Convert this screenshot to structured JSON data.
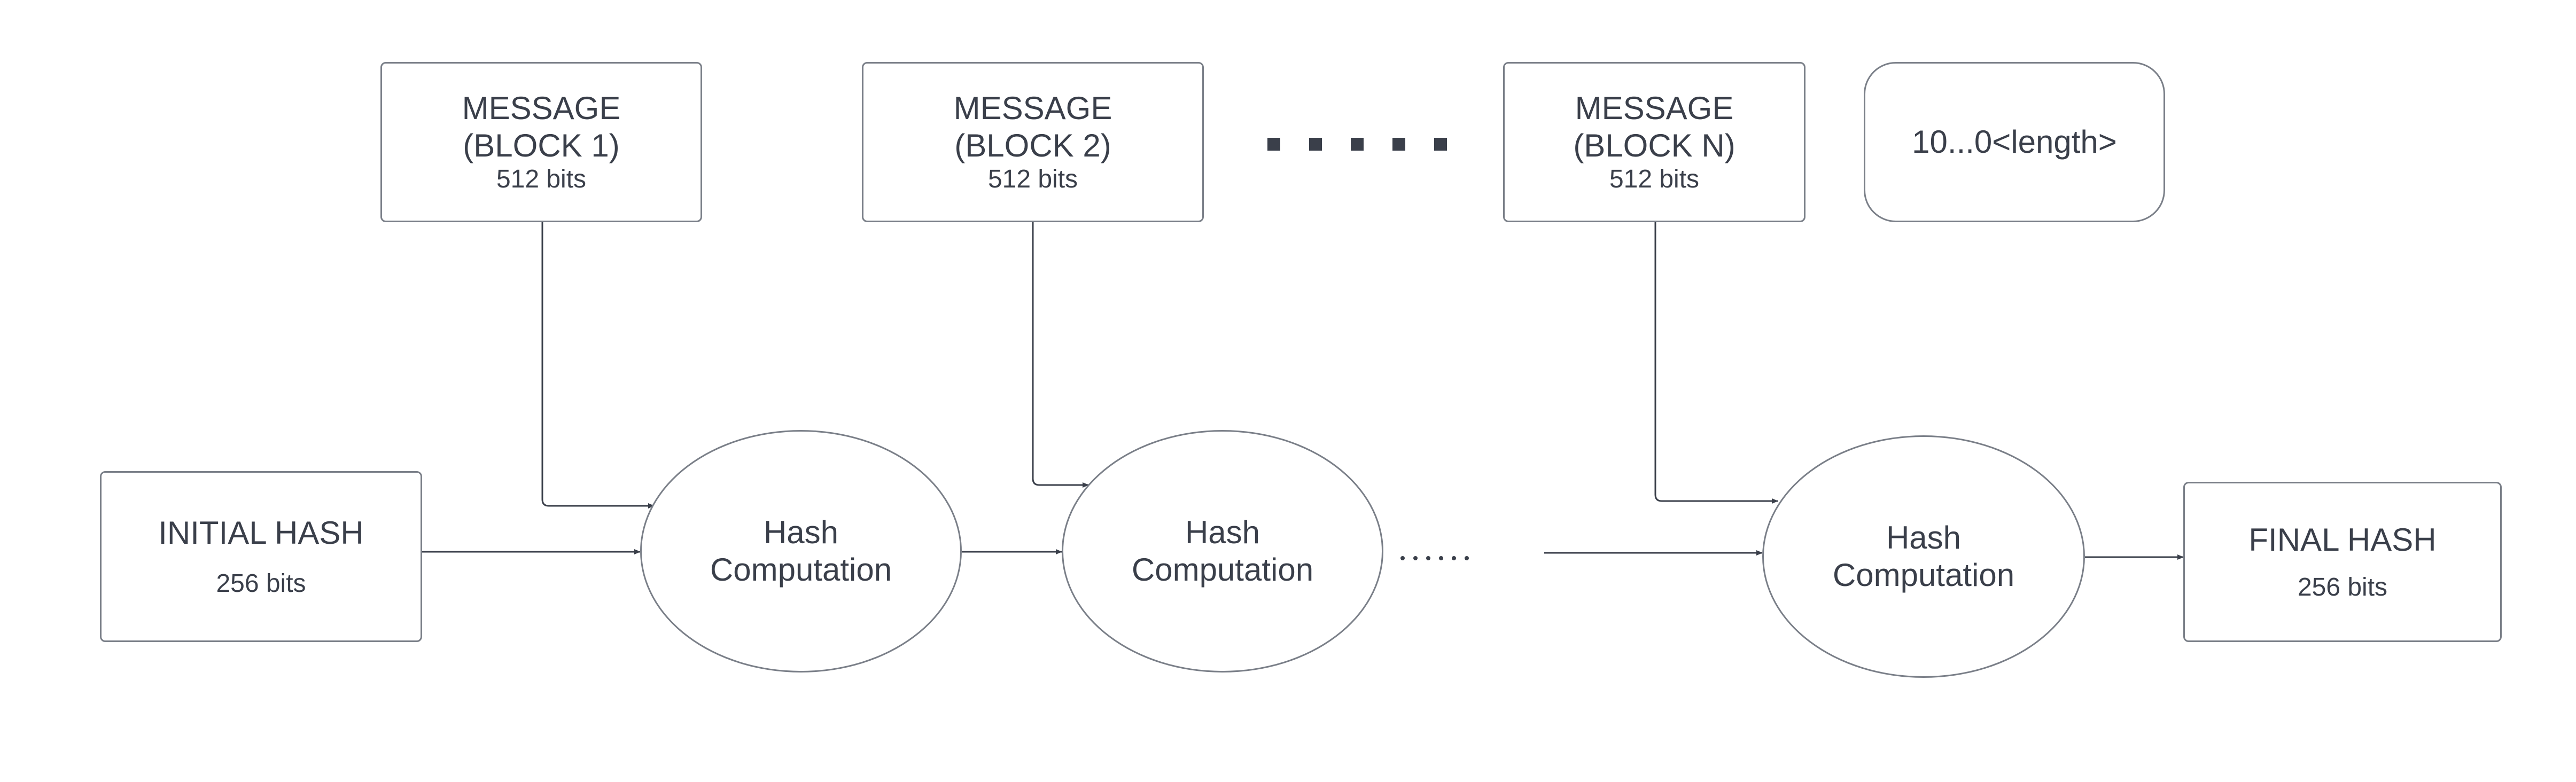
{
  "message_blocks": [
    {
      "title": "MESSAGE",
      "subtitle": "(BLOCK 1)",
      "bits": "512 bits"
    },
    {
      "title": "MESSAGE",
      "subtitle": "(BLOCK 2)",
      "bits": "512 bits"
    },
    {
      "title": "MESSAGE",
      "subtitle": "(BLOCK N)",
      "bits": "512 bits"
    }
  ],
  "padding_box": {
    "label": "10...0<length>"
  },
  "initial_hash": {
    "title": "INITIAL HASH",
    "bits": "256 bits"
  },
  "final_hash": {
    "title": "FINAL HASH",
    "bits": "256 bits"
  },
  "hash_nodes": [
    {
      "line1": "Hash",
      "line2": "Computation"
    },
    {
      "line1": "Hash",
      "line2": "Computation"
    },
    {
      "line1": "Hash",
      "line2": "Computation"
    }
  ]
}
